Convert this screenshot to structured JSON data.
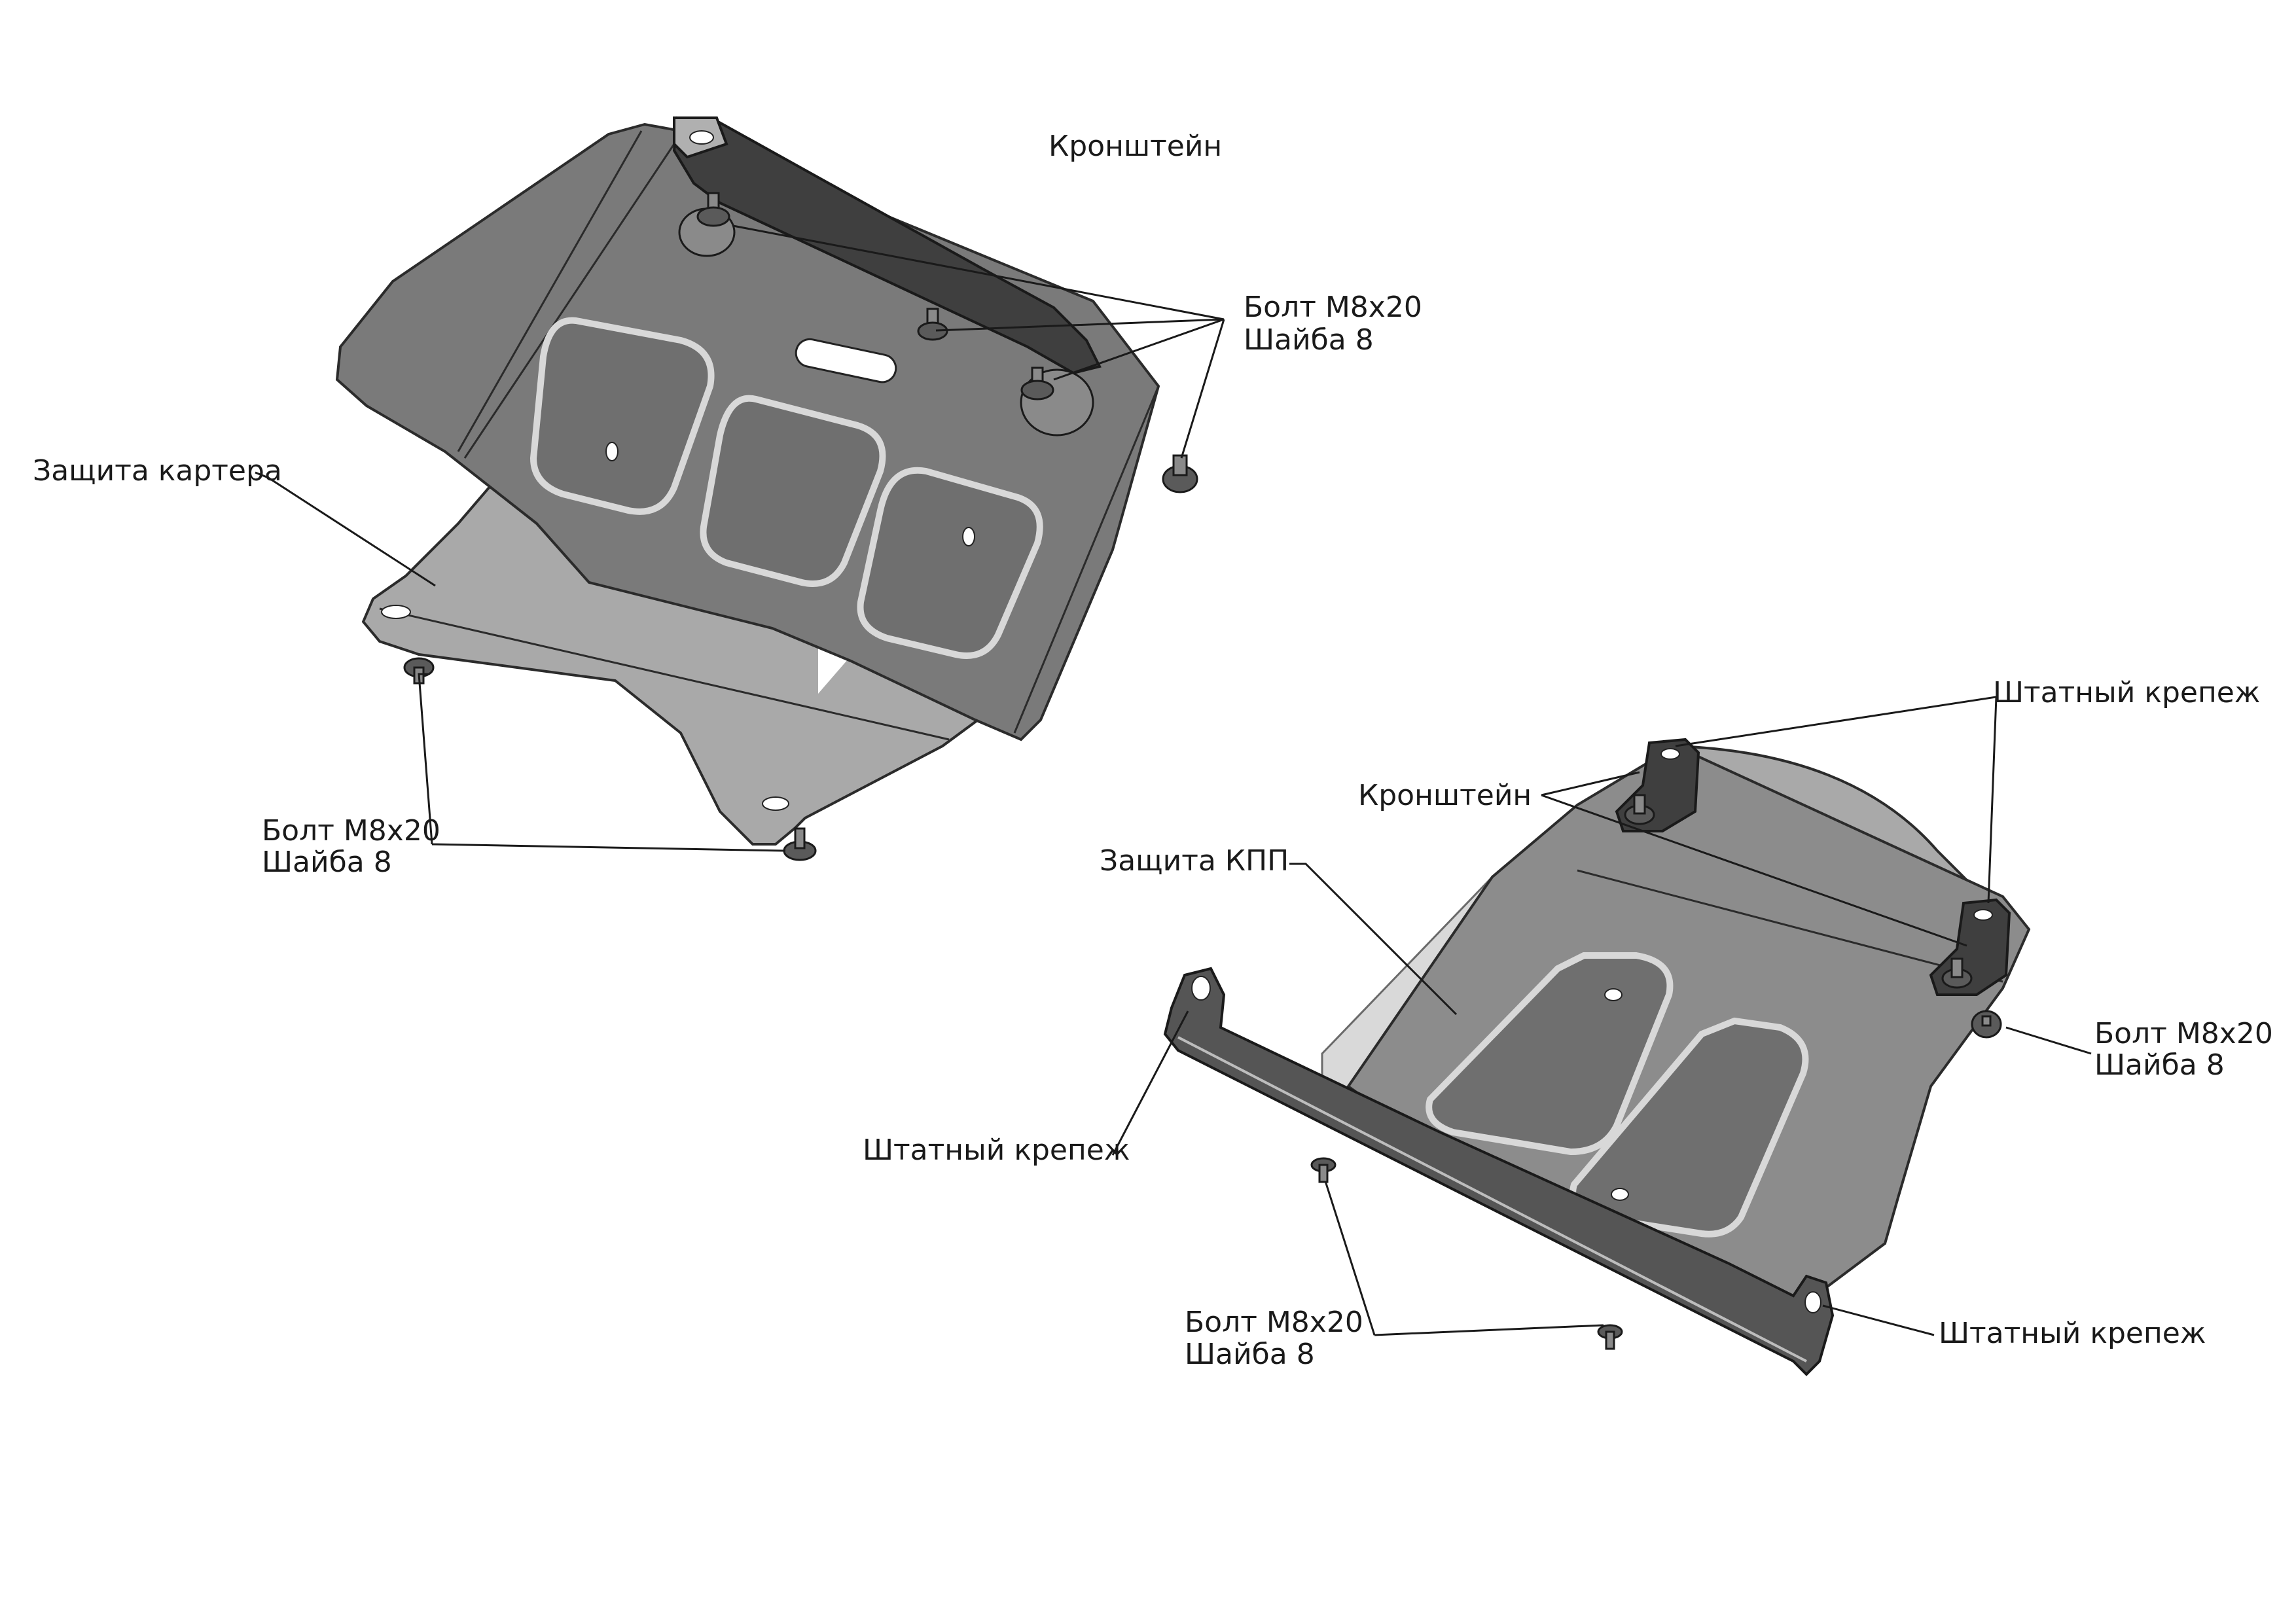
{
  "labels": {
    "bracket_top": "Кронштейн",
    "bolt_top_line1": "Болт М8х20",
    "bolt_top_line2": "Шайба 8",
    "crankcase_guard": "Защита картера",
    "bolt_left_line1": "Болт М8х20",
    "bolt_left_line2": "Шайба 8",
    "standard_fastener_top": "Штатный крепеж",
    "bracket_right": "Кронштейн",
    "gearbox_guard": "Защита КПП",
    "bolt_right_line1": "Болт М8х20",
    "bolt_right_line2": "Шайба 8",
    "standard_fastener_left": "Штатный крепеж",
    "bolt_bottom_line1": "Болт М8х20",
    "bolt_bottom_line2": "Шайба 8",
    "standard_fastener_bottom": "Штатный крепеж"
  },
  "colors": {
    "plate": "#7a7a7a",
    "plate_light": "#a9a9a9",
    "bracket": "#3f3f3f",
    "line": "#1a1a1a"
  }
}
